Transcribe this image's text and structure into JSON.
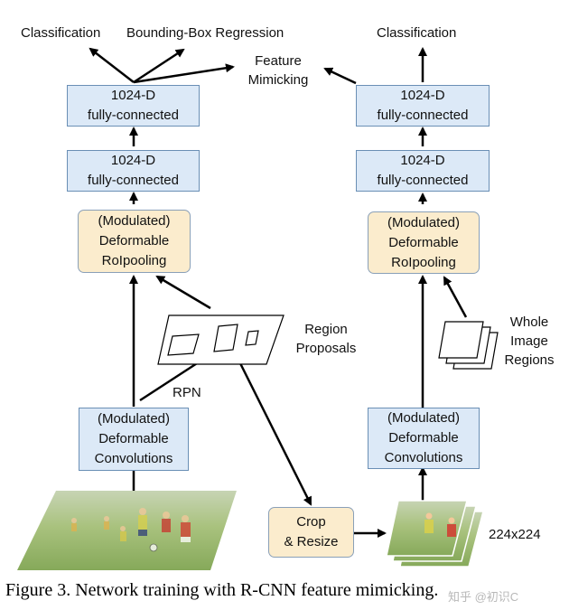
{
  "left": {
    "out_classification": "Classification",
    "out_bbox": "Bounding-Box Regression",
    "fc_top": "1024-D\nfully-connected",
    "fc_bottom": "1024-D\nfully-connected",
    "roipool": "(Modulated)\nDeformable\nRoIpooling",
    "conv": "(Modulated)\nDeformable\nConvolutions",
    "rpn": "RPN"
  },
  "right": {
    "out_classification": "Classification",
    "fc_top": "1024-D\nfully-connected",
    "fc_bottom": "1024-D\nfully-connected",
    "roipool": "(Modulated)\nDeformable\nRoIpooling",
    "conv": "(Modulated)\nDeformable\nConvolutions",
    "whole_image": "Whole\nImage\nRegions",
    "size": "224x224"
  },
  "middle": {
    "feature_mimicking": "Feature\nMimicking",
    "region_proposals": "Region\nProposals",
    "crop_resize": "Crop\n& Resize"
  },
  "caption": "Figure 3. Network training with R-CNN feature mimicking.",
  "watermark": "知乎 @初识C"
}
